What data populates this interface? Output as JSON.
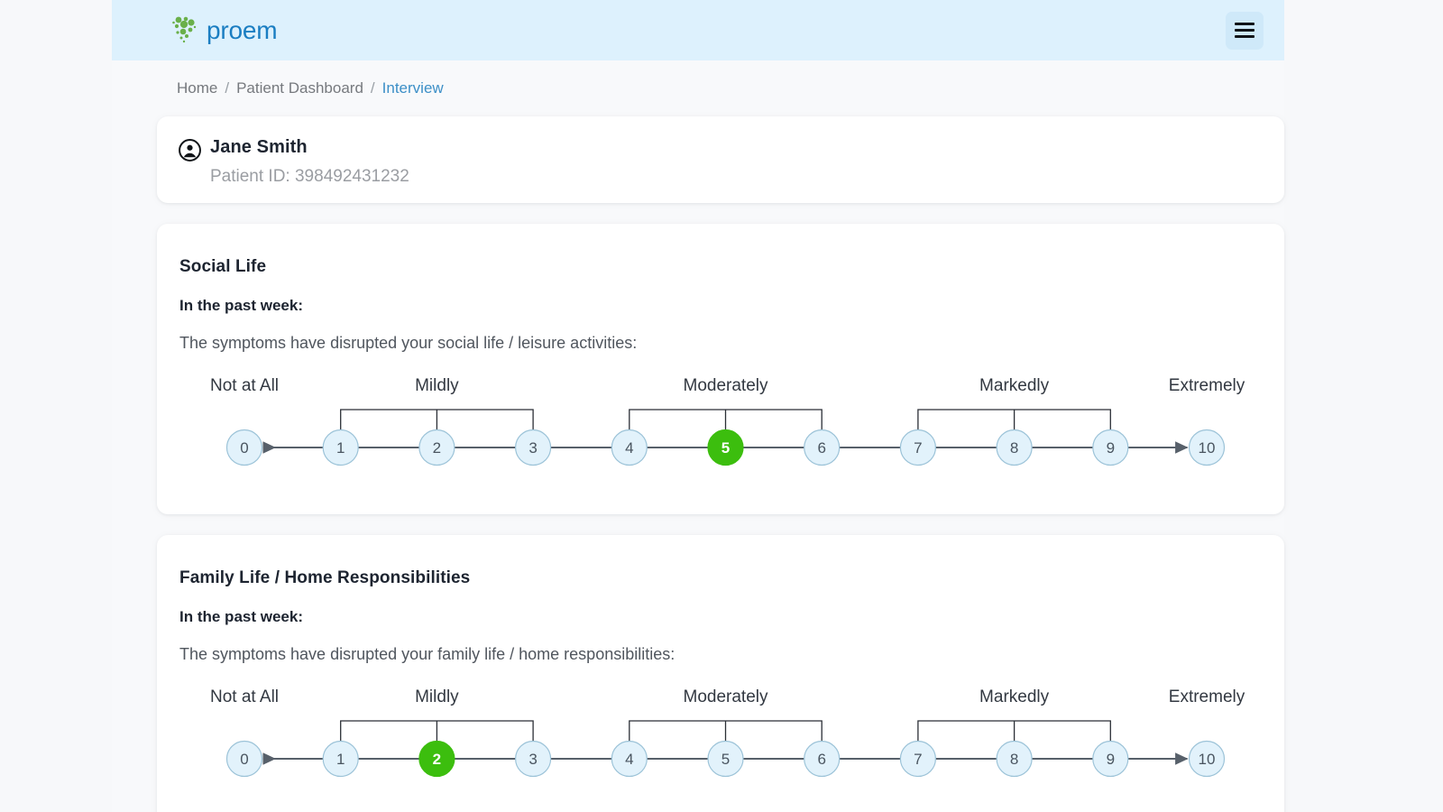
{
  "header": {
    "brand_name": "proem",
    "brand_icon": "proem-dot-cluster-logo",
    "menu_icon": "hamburger-menu-icon",
    "brand_color": "#1b7ec2",
    "accent_color": "#ddf1fd"
  },
  "breadcrumb": {
    "items": [
      {
        "label": "Home",
        "current": false
      },
      {
        "label": "Patient Dashboard",
        "current": false
      },
      {
        "label": "Interview",
        "current": true
      }
    ],
    "separator": "/"
  },
  "patient": {
    "avatar_icon": "user-circle-icon",
    "name": "Jane Smith",
    "id_label": "Patient ID: 398492431232"
  },
  "scale_labels": [
    {
      "text": "Not at All",
      "value": 0
    },
    {
      "text": "Mildly",
      "value": 2
    },
    {
      "text": "Moderately",
      "value": 5
    },
    {
      "text": "Markedly",
      "value": 8
    },
    {
      "text": "Extremely",
      "value": 10
    }
  ],
  "scale_options": [
    0,
    1,
    2,
    3,
    4,
    5,
    6,
    7,
    8,
    9,
    10
  ],
  "brackets": [
    [
      1,
      2,
      3
    ],
    [
      4,
      5,
      6
    ],
    [
      7,
      8,
      9
    ]
  ],
  "colors": {
    "option_fill": "#e2f2fb",
    "option_stroke": "#9cc3d8",
    "option_text": "#4a5560",
    "selected_fill": "#3cbe0e",
    "selected_text": "#ffffff",
    "connector": "#57606a",
    "bracket": "#2b2f36"
  },
  "questions": [
    {
      "title": "Social Life",
      "period": "In the past week:",
      "text": "The symptoms have disrupted your social life / leisure activities:",
      "selected": 5
    },
    {
      "title": "Family Life / Home Responsibilities",
      "period": "In the past week:",
      "text": "The symptoms have disrupted your family life / home responsibilities:",
      "selected": 2
    }
  ]
}
